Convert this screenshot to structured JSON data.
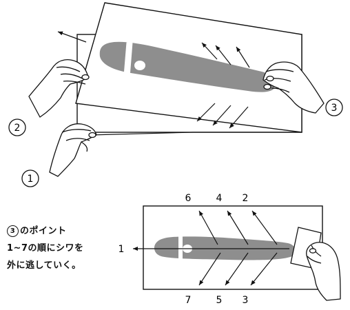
{
  "top_steps": {
    "step1": "1",
    "step2": "2",
    "step3": "3"
  },
  "bottom_labels": {
    "top_row": [
      "6",
      "4",
      "2"
    ],
    "bottom_row": [
      "7",
      "5",
      "3"
    ],
    "left": "1"
  },
  "note": {
    "circled": "3",
    "line1": "のポイント",
    "line2": "1~7の順にシワを",
    "line3": "外に逃していく。"
  },
  "colors": {
    "ink": "#111111",
    "gray_part": "#8e8e8e",
    "paper": "#ffffff"
  }
}
